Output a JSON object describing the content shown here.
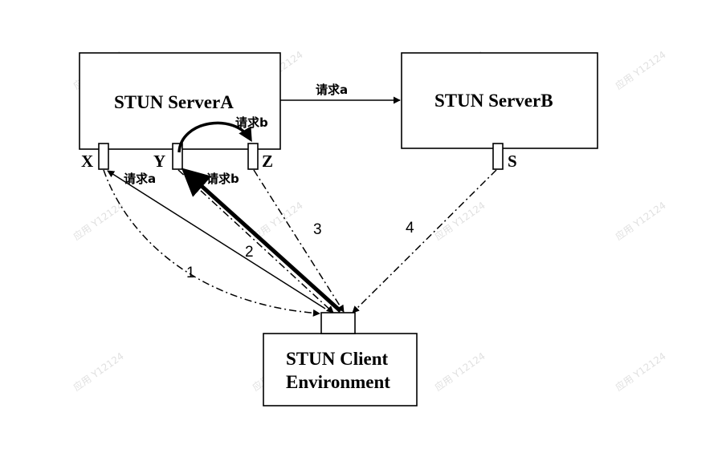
{
  "servers": {
    "server_a": {
      "title": "STUN ServerA"
    },
    "server_b": {
      "title": "STUN ServerB"
    }
  },
  "client": {
    "title_line1": "STUN Client",
    "title_line2": "Environment"
  },
  "ports": {
    "x": "X",
    "y": "Y",
    "z": "Z",
    "s": "S"
  },
  "requests": {
    "a_to_server_b": "请求a",
    "b_y_to_z": "请求b",
    "a_to_x": "请求a",
    "b_to_y": "请求b"
  },
  "steps": [
    "1",
    "2",
    "3",
    "4"
  ],
  "watermark": "应用 Y12124"
}
